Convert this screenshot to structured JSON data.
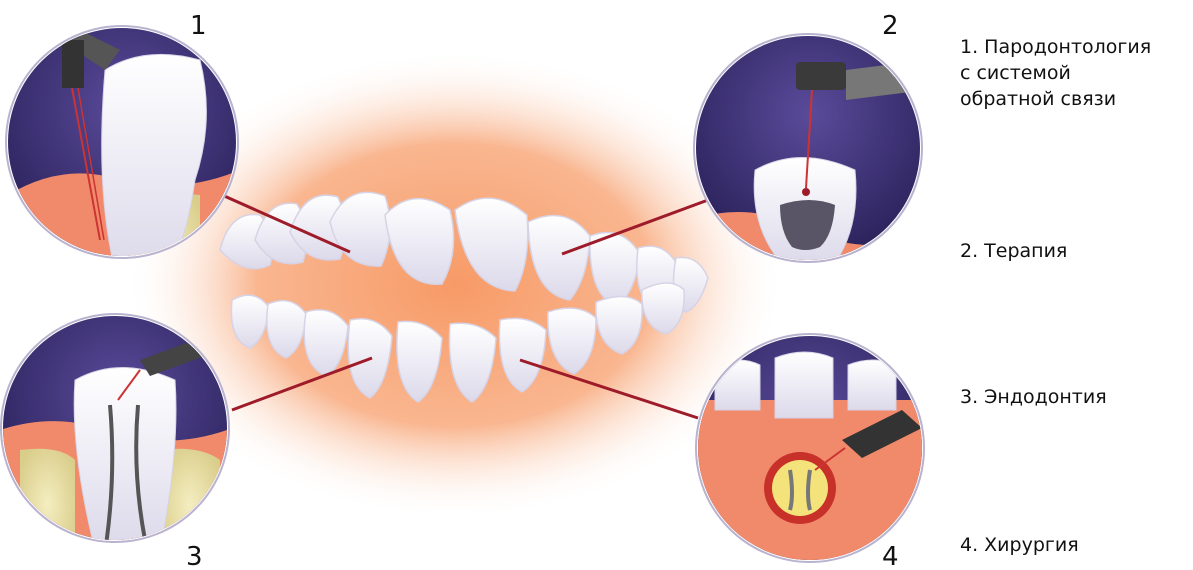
{
  "callouts": [
    {
      "number": "1",
      "label": "1. Пародонтология\nс системой\nобратной связи"
    },
    {
      "number": "2",
      "label": "2. Терапия"
    },
    {
      "number": "3",
      "label": "3. Эндодонтия"
    },
    {
      "number": "4",
      "label": "4. Хирургия"
    }
  ],
  "colors": {
    "leader_line": "#9e1b2a",
    "lip_glow": "#f5a47a",
    "circle_bg": "#3a2a6e",
    "gum": "#f08a6a",
    "tooth": "#f7f6fb",
    "bone": "#e9e0a8",
    "text": "#111111"
  }
}
